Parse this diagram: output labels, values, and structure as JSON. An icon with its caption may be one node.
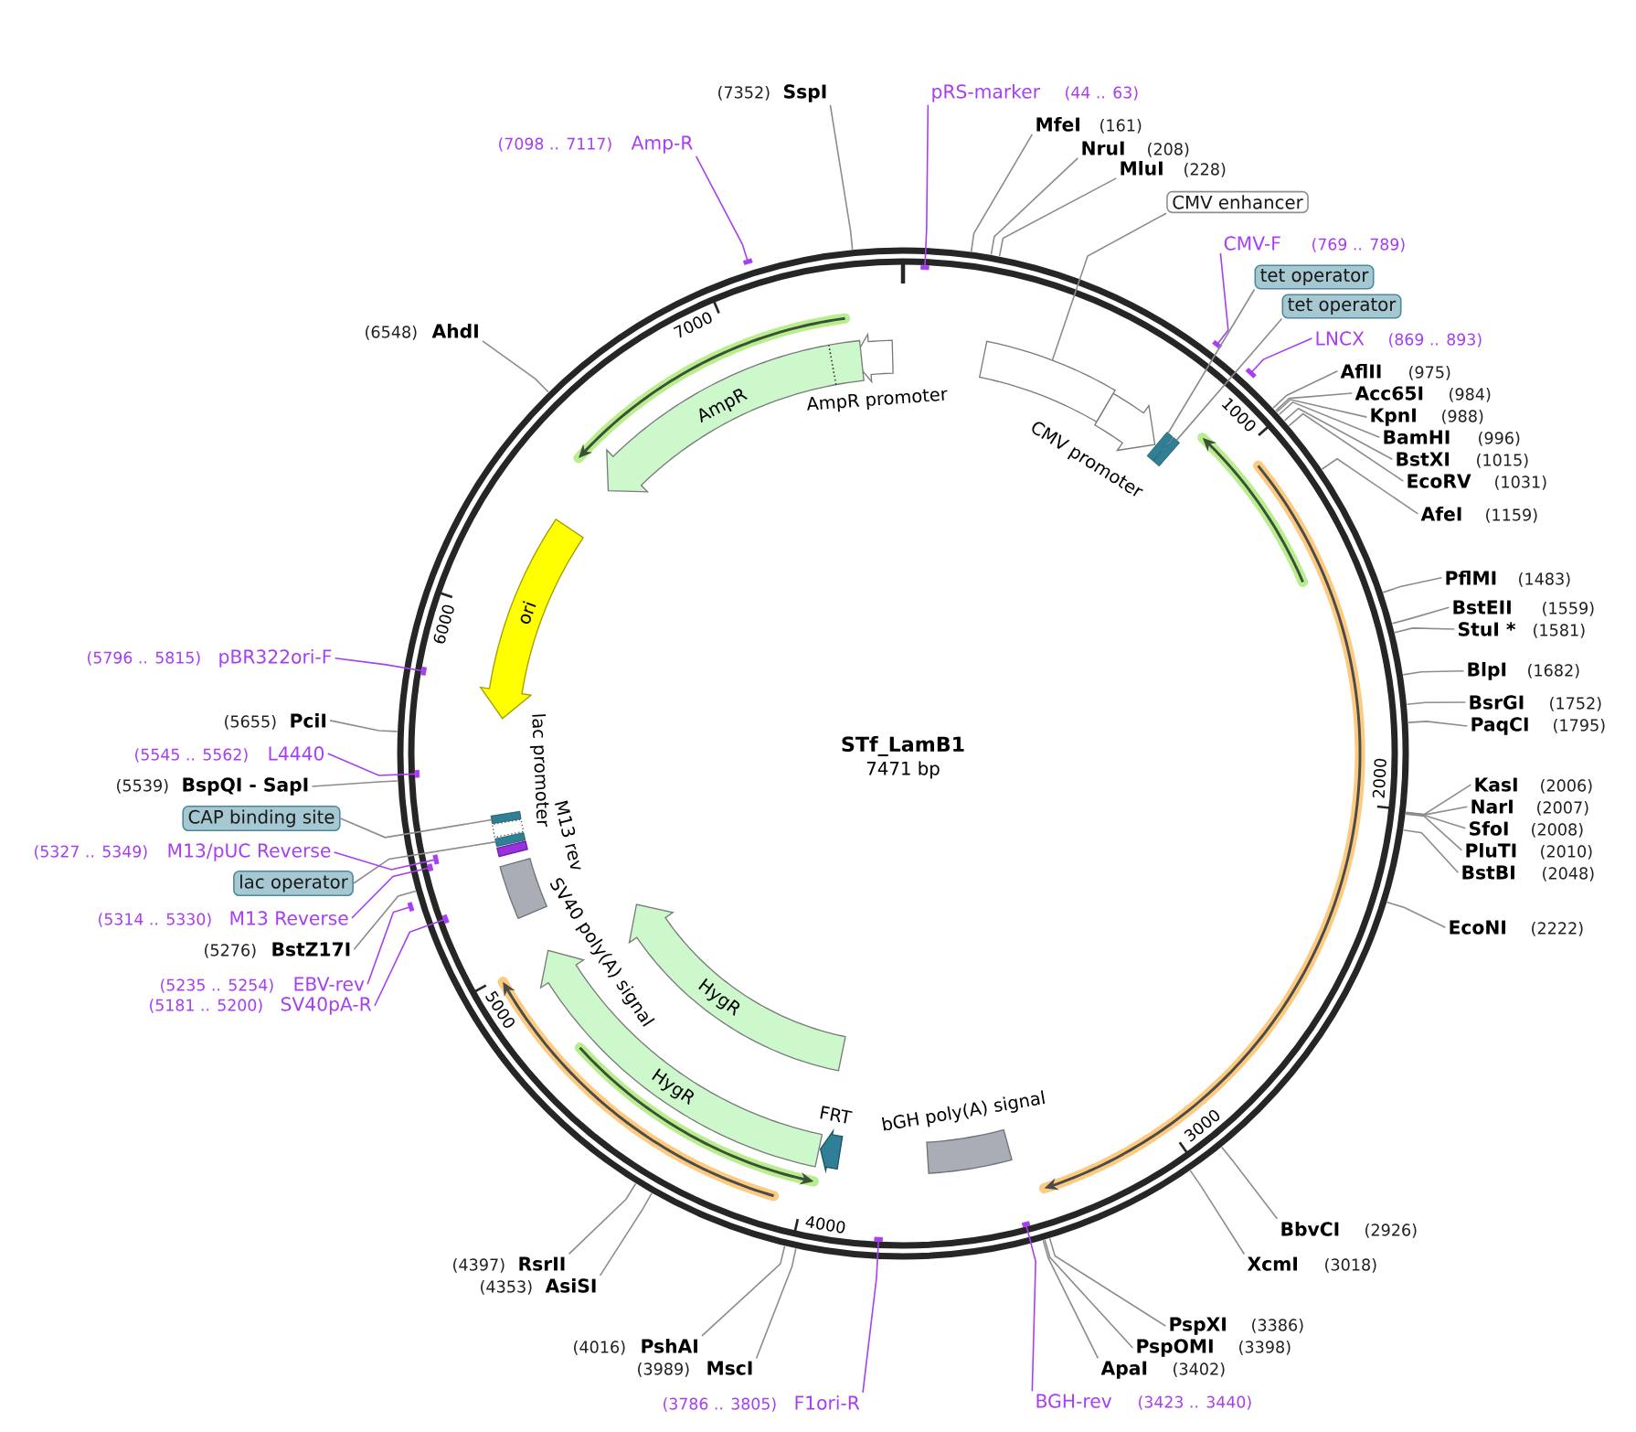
{
  "diagram": {
    "nodes": [
      {
        "text": [
          "STf_LamB1",
          "7471 bp"
        ]
      },
      {
        "text": [
          "(7352)",
          "SspI"
        ]
      },
      {
        "text": [
          "pRS-marker",
          "(44 .. 63)"
        ]
      },
      {
        "text": [
          "MfeI",
          "(161)"
        ]
      },
      {
        "text": [
          "NruI",
          "(208)"
        ]
      },
      {
        "text": [
          "MluI",
          "(228)"
        ]
      },
      {
        "text": [
          "CMV enhancer"
        ]
      },
      {
        "text": [
          "CMV-F",
          "(769 .. 789)"
        ]
      },
      {
        "text": [
          "tet operator"
        ]
      },
      {
        "text": [
          "tet operator"
        ]
      },
      {
        "text": [
          "LNCX",
          "(869 .. 893)"
        ]
      },
      {
        "text": [
          "AflII",
          "(975)"
        ]
      },
      {
        "text": [
          "Acc65I",
          "(984)"
        ]
      },
      {
        "text": [
          "KpnI",
          "(988)"
        ]
      },
      {
        "text": [
          "BamHI",
          "(996)"
        ]
      },
      {
        "text": [
          "BstXI",
          "(1015)"
        ]
      },
      {
        "text": [
          "EcoRV",
          "(1031)"
        ]
      },
      {
        "text": [
          "AfeI",
          "(1159)"
        ]
      },
      {
        "text": [
          "PflMI",
          "(1483)"
        ]
      },
      {
        "text": [
          "BstEII",
          "(1559)"
        ]
      },
      {
        "text": [
          "StuI *",
          "(1581)"
        ]
      },
      {
        "text": [
          "BlpI",
          "(1682)"
        ]
      },
      {
        "text": [
          "BsrGI",
          "(1752)"
        ]
      },
      {
        "text": [
          "PaqCI",
          "(1795)"
        ]
      },
      {
        "text": [
          "KasI",
          "(2006)"
        ]
      },
      {
        "text": [
          "NarI",
          "(2007)"
        ]
      },
      {
        "text": [
          "SfoI",
          "(2008)"
        ]
      },
      {
        "text": [
          "PluTI",
          "(2010)"
        ]
      },
      {
        "text": [
          "BstBI",
          "(2048)"
        ]
      },
      {
        "text": [
          "EcoNI",
          "(2222)"
        ]
      },
      {
        "text": [
          "BbvCI",
          "(2926)"
        ]
      },
      {
        "text": [
          "XcmI",
          "(3018)"
        ]
      },
      {
        "text": [
          "PspXI",
          "(3386)"
        ]
      },
      {
        "text": [
          "PspOMI",
          "(3398)"
        ]
      },
      {
        "text": [
          "ApaI",
          "(3402)"
        ]
      },
      {
        "text": [
          "BGH-rev",
          "(3423 .. 3440)"
        ]
      },
      {
        "text": [
          "(3786 .. 3805)",
          "F1ori-R"
        ]
      },
      {
        "text": [
          "(3989)",
          "MscI"
        ]
      },
      {
        "text": [
          "(4016)",
          "PshAI"
        ]
      },
      {
        "text": [
          "(4353)",
          "AsiSI"
        ]
      },
      {
        "text": [
          "(4397)",
          "RsrII"
        ]
      },
      {
        "text": [
          "(5181 .. 5200)",
          "SV40pA-R"
        ]
      },
      {
        "text": [
          "(5235 .. 5254)",
          "EBV-rev"
        ]
      },
      {
        "text": [
          "(5276)",
          "BstZ17I"
        ]
      },
      {
        "text": [
          "(5314 .. 5330)",
          "M13 Reverse"
        ]
      },
      {
        "text": [
          "lac operator"
        ]
      },
      {
        "text": [
          "(5327 .. 5349)",
          "M13/pUC Reverse"
        ]
      },
      {
        "text": [
          "CAP binding site"
        ]
      },
      {
        "text": [
          "(5539)",
          "BspQI - SapI"
        ]
      },
      {
        "text": [
          "(5545 .. 5562)",
          "L4440"
        ]
      },
      {
        "text": [
          "(5655)",
          "PciI"
        ]
      },
      {
        "text": [
          "(5796 .. 5815)",
          "pBR322ori-F"
        ]
      },
      {
        "text": [
          "(6548)",
          "AhdI"
        ]
      },
      {
        "text": [
          "(7098 .. 7117)",
          "Amp-R"
        ]
      },
      {
        "text": [
          "AmpR promoter"
        ],
        "in": 0
      },
      {
        "text": [
          "AmpR"
        ],
        "in": 0
      },
      {
        "text": [],
        "shape": "bar",
        "in": 0
      },
      {
        "text": [
          "CMV promoter"
        ],
        "in": 0
      },
      {
        "text": [],
        "shape": "bar",
        "in": 0
      },
      {
        "text": [],
        "shape": "bar",
        "in": 0
      },
      {
        "text": [
          "ori"
        ],
        "in": 0
      },
      {
        "text": [
          "lac promoter"
        ],
        "in": 0
      },
      {
        "text": [],
        "shape": "bar",
        "in": 0
      },
      {
        "text": [],
        "shape": "bar",
        "in": 0
      },
      {
        "text": [
          "M13 rev"
        ],
        "in": 0
      },
      {
        "text": [
          "SV40 poly(A) signal"
        ],
        "in": 0
      },
      {
        "text": [
          "HygR"
        ],
        "in": 0
      },
      {
        "text": [
          "HygR"
        ],
        "in": 0
      },
      {
        "text": [
          "FRT"
        ],
        "in": 0
      },
      {
        "text": [
          "bGH poly(A) signal"
        ],
        "in": 0
      },
      {
        "text": [],
        "shape": "bar",
        "in": 0
      },
      {
        "text": [],
        "shape": "bar"
      },
      {
        "text": [],
        "shape": "bar"
      },
      {
        "text": [],
        "shape": "bar",
        "in": 0
      },
      {
        "text": [],
        "shape": "bar",
        "in": 0
      },
      {
        "text": [],
        "shape": "bar",
        "in": 0
      },
      {
        "text": [],
        "shape": "bar"
      },
      {
        "text": [],
        "shape": "bar",
        "in": 0
      },
      {
        "text": [],
        "shape": "bar",
        "in": 0
      },
      {
        "text": [],
        "shape": "bar",
        "in": 0
      },
      {
        "text": [],
        "shape": "bar",
        "in": 0
      },
      {
        "text": [],
        "shape": "bar"
      }
    ],
    "edges": [
      {
        "from": 1,
        "to": 0,
        "arrow": "none"
      },
      {
        "from": 2,
        "to": 70,
        "arrow": "none",
        "color": "#a73ff0"
      },
      {
        "from": 3,
        "to": 0,
        "arrow": "none"
      },
      {
        "from": 4,
        "to": 0,
        "arrow": "none"
      },
      {
        "from": 5,
        "to": 0,
        "arrow": "none"
      },
      {
        "from": 6,
        "to": 56,
        "arrow": "none"
      },
      {
        "from": 7,
        "to": 71,
        "arrow": "none",
        "color": "#a73ff0"
      },
      {
        "from": 8,
        "to": 58,
        "arrow": "none"
      },
      {
        "from": 9,
        "to": 59,
        "arrow": "none"
      },
      {
        "from": 10,
        "to": 72,
        "arrow": "none",
        "color": "#a73ff0"
      },
      {
        "from": 11,
        "to": 0,
        "arrow": "none"
      },
      {
        "from": 12,
        "to": 0,
        "arrow": "none"
      },
      {
        "from": 13,
        "to": 0,
        "arrow": "none"
      },
      {
        "from": 14,
        "to": 0,
        "arrow": "none"
      },
      {
        "from": 15,
        "to": 0,
        "arrow": "none"
      },
      {
        "from": 16,
        "to": 0,
        "arrow": "none"
      },
      {
        "from": 17,
        "to": 0,
        "arrow": "none"
      },
      {
        "from": 18,
        "to": 0,
        "arrow": "none"
      },
      {
        "from": 19,
        "to": 0,
        "arrow": "none"
      },
      {
        "from": 20,
        "to": 0,
        "arrow": "none"
      },
      {
        "from": 21,
        "to": 0,
        "arrow": "none"
      },
      {
        "from": 22,
        "to": 0,
        "arrow": "none"
      },
      {
        "from": 23,
        "to": 0,
        "arrow": "none"
      },
      {
        "from": 24,
        "to": 0,
        "arrow": "none"
      },
      {
        "from": 25,
        "to": 0,
        "arrow": "none"
      },
      {
        "from": 26,
        "to": 0,
        "arrow": "none"
      },
      {
        "from": 27,
        "to": 0,
        "arrow": "none"
      },
      {
        "from": 28,
        "to": 0,
        "arrow": "none"
      },
      {
        "from": 29,
        "to": 0,
        "arrow": "none"
      },
      {
        "from": 30,
        "to": 0,
        "arrow": "none"
      },
      {
        "from": 31,
        "to": 0,
        "arrow": "none"
      },
      {
        "from": 32,
        "to": 0,
        "arrow": "none"
      },
      {
        "from": 33,
        "to": 0,
        "arrow": "none"
      },
      {
        "from": 34,
        "to": 0,
        "arrow": "none"
      },
      {
        "from": 35,
        "to": 73,
        "arrow": "none",
        "color": "#a73ff0"
      },
      {
        "from": 36,
        "to": 74,
        "arrow": "none",
        "color": "#a73ff0"
      },
      {
        "from": 37,
        "to": 0,
        "arrow": "none"
      },
      {
        "from": 38,
        "to": 0,
        "arrow": "none"
      },
      {
        "from": 39,
        "to": 0,
        "arrow": "none"
      },
      {
        "from": 40,
        "to": 0,
        "arrow": "none"
      },
      {
        "from": 41,
        "to": 75,
        "arrow": "none",
        "color": "#a73ff0"
      },
      {
        "from": 42,
        "to": 76,
        "arrow": "none",
        "color": "#a73ff0"
      },
      {
        "from": 43,
        "to": 0,
        "arrow": "none"
      },
      {
        "from": 44,
        "to": 77,
        "arrow": "none",
        "color": "#a73ff0"
      },
      {
        "from": 45,
        "to": 63,
        "arrow": "none"
      },
      {
        "from": 46,
        "to": 78,
        "arrow": "none",
        "color": "#a73ff0"
      },
      {
        "from": 47,
        "to": 62,
        "arrow": "none"
      },
      {
        "from": 48,
        "to": 0,
        "arrow": "none"
      },
      {
        "from": 49,
        "to": 79,
        "arrow": "none",
        "color": "#a73ff0"
      },
      {
        "from": 50,
        "to": 0,
        "arrow": "none"
      },
      {
        "from": 51,
        "to": 80,
        "arrow": "none",
        "color": "#a73ff0"
      },
      {
        "from": 52,
        "to": 0,
        "arrow": "none"
      },
      {
        "from": 53,
        "to": 81,
        "arrow": "none",
        "color": "#a73ff0"
      }
    ],
    "labels": [
      "1000",
      "2000",
      "3000",
      "4000",
      "5000",
      "6000",
      "7000"
    ]
  }
}
